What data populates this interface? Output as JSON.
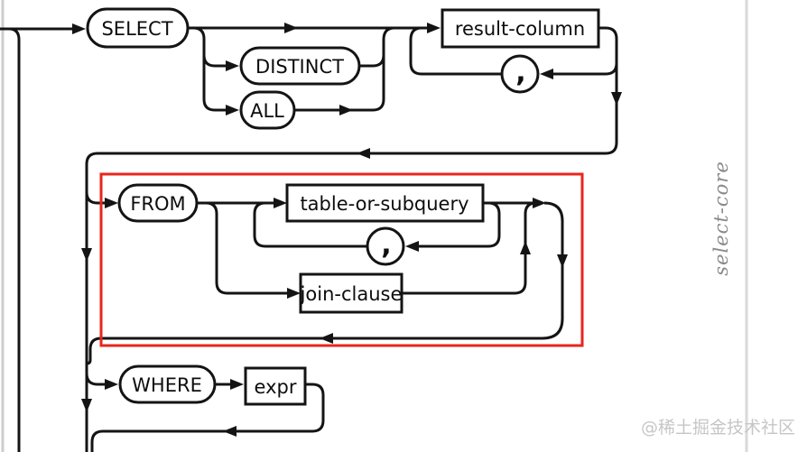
{
  "page": {
    "vertical_title": "select-core",
    "watermark": "@稀土掘金技术社区"
  },
  "colors": {
    "line": "#141414",
    "highlight_box": "#e8261d",
    "vertical_title": "#8a8a8a",
    "watermark": "#c6c6c6",
    "page_edge_left": "#cdcdcd",
    "page_edge_right": "#d9d9d9"
  },
  "nodes": {
    "select": "SELECT",
    "distinct": "DISTINCT",
    "all": "ALL",
    "result_column": "result-column",
    "comma_result": ",",
    "from": "FROM",
    "table_or_subquery": "table-or-subquery",
    "comma_table": ",",
    "join_clause": "join-clause",
    "where": "WHERE",
    "expr": "expr"
  }
}
